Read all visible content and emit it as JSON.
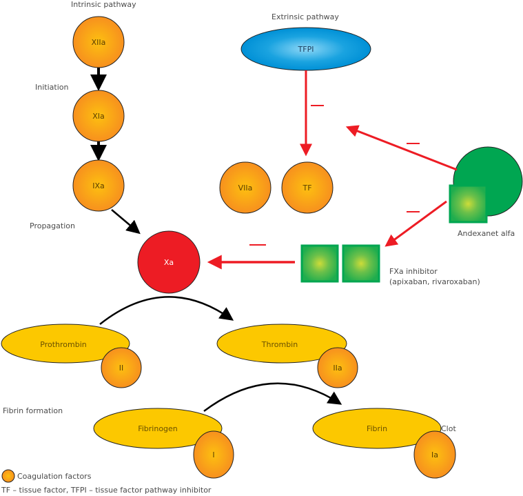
{
  "labels": {
    "intrinsic": "Intrinsic pathway",
    "extrinsic": "Extrinsic pathway",
    "initiation": "Initiation",
    "propagation": "Propagation",
    "fibrin_formation": "Fibrin formation",
    "clot": "Clot",
    "andexanet": "Andexanet alfa",
    "fxa_inhibitor_line1": "FXa inhibitor",
    "fxa_inhibitor_line2": "(apixaban, rivaroxaban)"
  },
  "nodes": {
    "xiia": "XIIa",
    "xia": "XIa",
    "ixa": "IXa",
    "xa": "Xa",
    "tfpi": "TFPI",
    "viia": "VIIa",
    "tf": "TF",
    "prothrombin": "Prothrombin",
    "ii": "II",
    "thrombin": "Thrombin",
    "iia": "IIa",
    "fibrinogen": "Fibrinogen",
    "i": "I",
    "fibrin": "Fibrin",
    "ia": "Ia"
  },
  "inhibition_symbol": "—",
  "legend": {
    "coagulation_factors": "Coagulation factors",
    "abbreviations": "TF – tissue factor, TFPI – tissue factor pathway inhibitor"
  },
  "colors": {
    "factor_orange": "#f7941d",
    "factor_center": "#fdb913",
    "xa_red": "#ed1c24",
    "tfpi_blue": "#0095da",
    "tfpi_center": "#7fd3f5",
    "substrate_yellow": "#fcc800",
    "inhibitor_green": "#00a651",
    "inhibitor_center": "#c5d82e",
    "inhibit_arrow": "#ed1c24",
    "activate_arrow": "#000000"
  }
}
